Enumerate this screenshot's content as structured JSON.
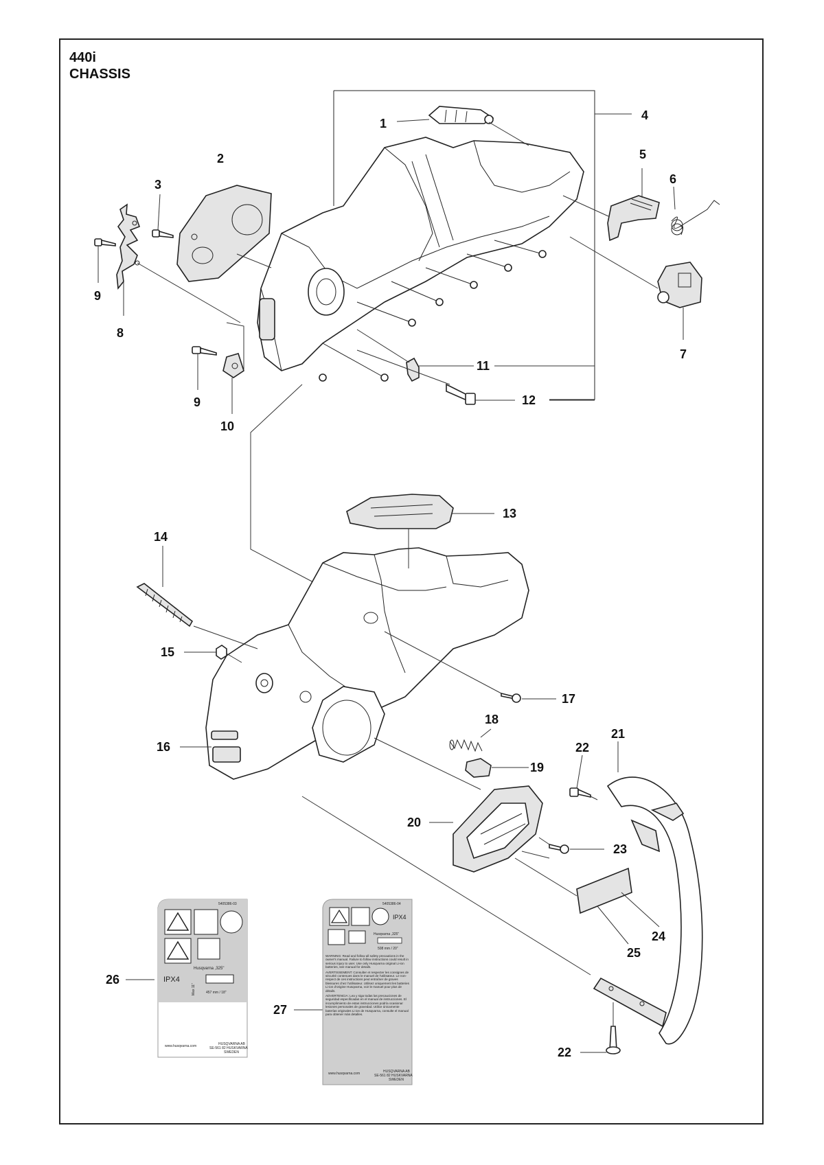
{
  "header": {
    "model": "440i",
    "section": "CHASSIS"
  },
  "callouts": [
    "1",
    "2",
    "3",
    "4",
    "5",
    "6",
    "7",
    "8",
    "9",
    "9",
    "10",
    "11",
    "12",
    "13",
    "14",
    "15",
    "16",
    "17",
    "18",
    "19",
    "20",
    "21",
    "22",
    "22",
    "23",
    "24",
    "25",
    "26",
    "27"
  ],
  "labels": {
    "label26": {
      "code": "5405386-03",
      "brand": "Husqvarna ,325\"",
      "ipx": "IPX4",
      "bar": "457 mm / 18\"",
      "max": "Max 11\"",
      "footer1": "www.husqvarna.com",
      "footer2": "HUSQVARNA AB",
      "footer3": "SE-561 82 HUSKVARNA",
      "footer4": "SWEDEN"
    },
    "label27": {
      "code": "5405386-04",
      "ipx": "IPX4",
      "brand": "Husqvarna ,325\"",
      "bar": "508 mm / 20\"",
      "warning": "WARNING: Read and follow all safety precautions in the owner's manual. Failure to follow instructions could result in serious injury to user. Use only Husqvarna original Li-ion batteries, see manual for details.",
      "avertissement": "AVERTISSEMENT: Consulter et respecter les consignes de sécurité contenues dans le manuel de l'utilisateur. Le non-respect de ces instructions peut entraîner de graves blessures chez l'utilisateur. Utilisez uniquement les batteries Li-ion d'origine Husqvarna, voir le manuel pour plus de détails.",
      "advertencia": "ADVERTENCIA: Lea y siga todas las precauciones de seguridad especificadas en el manual de instrucciones. El incumplimiento de estas instrucciones podría ocasionar lesiones personales de gravedad. Utilice únicamente baterías originales Li-ion de Husqvarna, consulte el manual para obtener más detalles.",
      "footer1": "www.husqvarna.com",
      "footer2": "HUSQVARNA AB",
      "footer3": "SE-561 82 HUSKVARNA",
      "footer4": "SWEDEN"
    }
  }
}
